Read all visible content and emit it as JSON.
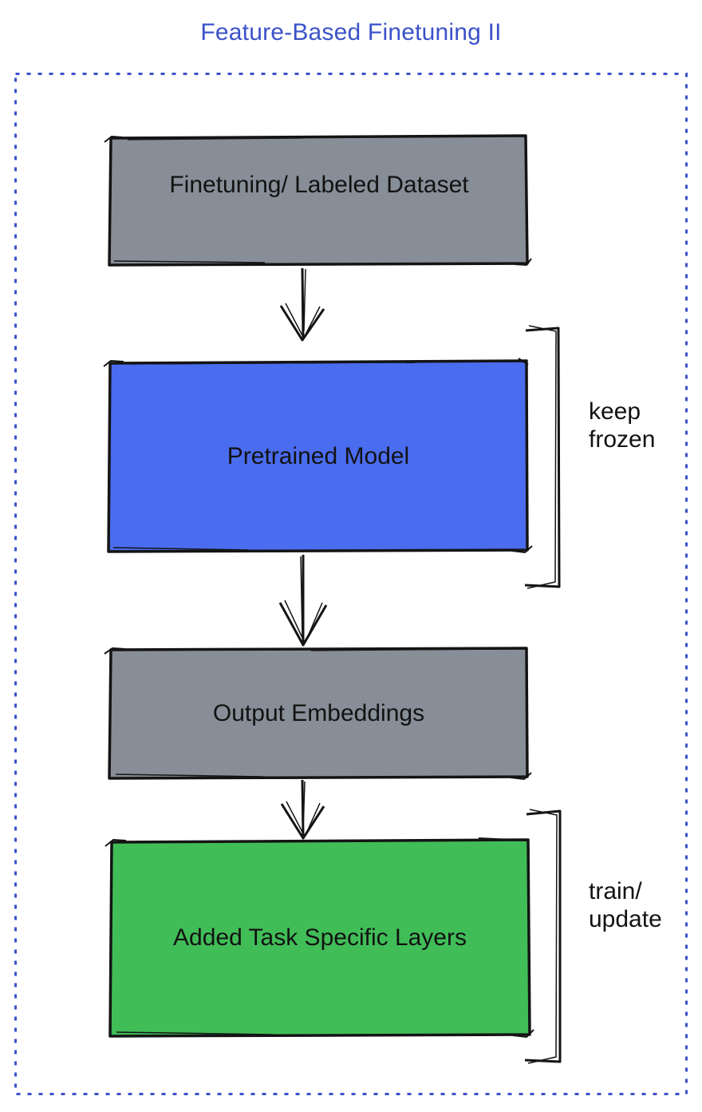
{
  "title": {
    "text": "Feature-Based Finetuning II",
    "color": "#3B52C9"
  },
  "colors": {
    "border": "#3B52C9",
    "gray_box": "#878E97",
    "blue_box": "#4A6CEE",
    "green_box": "#41BD58",
    "stroke": "#141414"
  },
  "boxes": [
    {
      "label": "Finetuning/ Labeled Dataset",
      "fill": "#878E97"
    },
    {
      "label": "Pretrained Model",
      "fill": "#4A6CEE"
    },
    {
      "label": "Output Embeddings",
      "fill": "#878E97"
    },
    {
      "label": "Added Task Specific Layers",
      "fill": "#41BD58"
    }
  ],
  "annotations": [
    {
      "line1": "keep",
      "line2": "frozen",
      "target": "Pretrained Model"
    },
    {
      "line1": "train/",
      "line2": "update",
      "target": "Added Task Specific Layers"
    }
  ],
  "arrows": [
    {
      "from": "Finetuning/ Labeled Dataset",
      "to": "Pretrained Model"
    },
    {
      "from": "Pretrained Model",
      "to": "Output Embeddings"
    },
    {
      "from": "Output Embeddings",
      "to": "Added Task Specific Layers"
    }
  ]
}
